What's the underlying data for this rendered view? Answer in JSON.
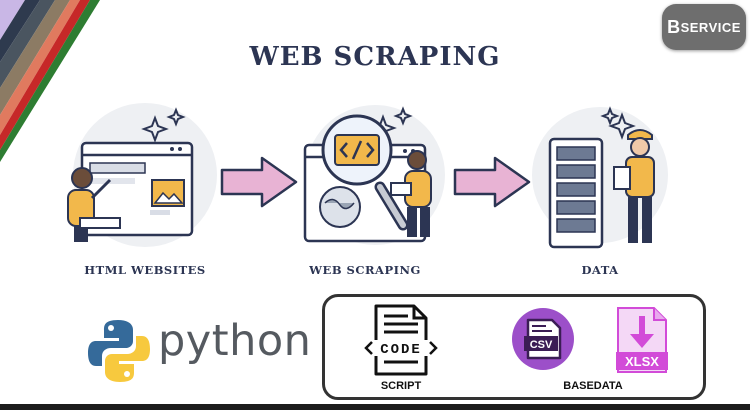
{
  "badge": {
    "letter": "B",
    "rest": "SERVICE"
  },
  "title": "WEB SCRAPING",
  "steps": [
    {
      "label": "HTML WEBSITES"
    },
    {
      "label": "WEB SCRAPING"
    },
    {
      "label": "DATA"
    }
  ],
  "python": {
    "word": "python"
  },
  "outputs": {
    "code_text": "CODE",
    "script_label": "SCRIPT",
    "csv_text": "CSV",
    "xlsx_text": "XLSX",
    "basedata_label": "BASEDATA"
  },
  "colors": {
    "navy": "#2c3553",
    "arrow_pink": "#e8b3d4",
    "python_blue": "#356a9a",
    "python_yellow": "#f7c93e",
    "csv_purple": "#9c4fc9",
    "xlsx_magenta": "#d24bd8",
    "accent_yellow": "#f2b84b"
  }
}
